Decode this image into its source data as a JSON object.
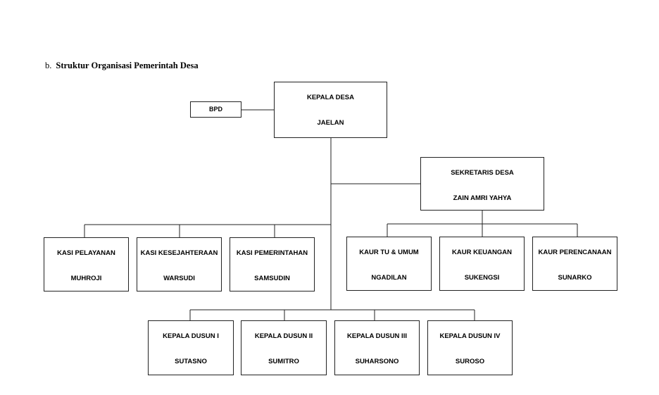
{
  "heading": {
    "letter": "b.",
    "title": "Struktur Organisasi Pemerintah Desa"
  },
  "org": {
    "bpd": "BPD",
    "kepala_desa": {
      "title": "KEPALA  DESA",
      "name": "JAELAN"
    },
    "sekretaris": {
      "title": "SEKRETARIS DESA",
      "name": "ZAIN AMRI YAHYA"
    },
    "kasi": [
      {
        "title": "KASI PELAYANAN",
        "name": "MUHROJI"
      },
      {
        "title": "KASI KESEJAHTERAAN",
        "name": "WARSUDI"
      },
      {
        "title": "KASI PEMERINTAHAN",
        "name": "SAMSUDIN"
      }
    ],
    "kaur": [
      {
        "title": "KAUR TU & UMUM",
        "name": "NGADILAN"
      },
      {
        "title": "KAUR KEUANGAN",
        "name": "SUKENGSI"
      },
      {
        "title": "KAUR PERENCANAAN",
        "name": "SUNARKO"
      }
    ],
    "dusun": [
      {
        "title": "KEPALA DUSUN I",
        "name": "SUTASNO"
      },
      {
        "title": "KEPALA DUSUN II",
        "name": "SUMITRO"
      },
      {
        "title": "KEPALA DUSUN III",
        "name": "SUHARSONO"
      },
      {
        "title": "KEPALA DUSUN IV",
        "name": "SUROSO"
      }
    ]
  }
}
